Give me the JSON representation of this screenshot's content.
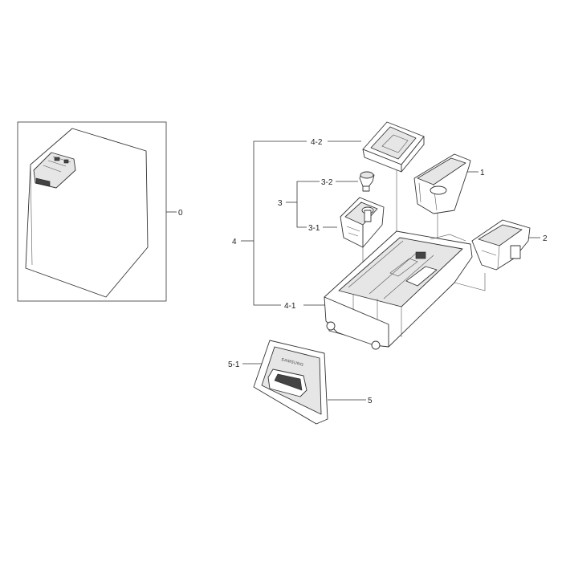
{
  "callouts": {
    "c0": "0",
    "c1": "1",
    "c2": "2",
    "c3": "3",
    "c3_1": "3-1",
    "c3_2": "3-2",
    "c4": "4",
    "c4_1": "4-1",
    "c4_2": "4-2",
    "c5": "5",
    "c5_1": "5-1"
  },
  "panel_brand": "SAMSUNG",
  "colors": {
    "line": "#333333",
    "fill": "#e6e6e6",
    "background": "#ffffff"
  }
}
